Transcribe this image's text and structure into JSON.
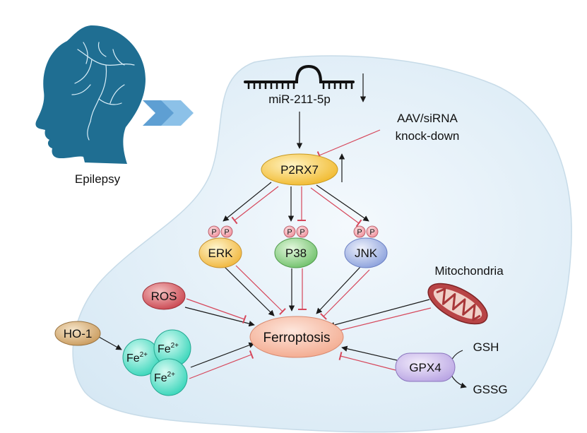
{
  "labels": {
    "epilepsy": "Epilepsy",
    "mirna": "miR-211-5p",
    "aav_line1": "AAV/siRNA",
    "aav_line2": "knock-down",
    "p2rx7": "P2RX7",
    "erk": "ERK",
    "p38": "P38",
    "jnk": "JNK",
    "phospho": "P",
    "ros": "ROS",
    "ho1": "HO-1",
    "fe": "Fe",
    "fe_charge": "2+",
    "ferroptosis": "Ferroptosis",
    "mitochondria": "Mitochondria",
    "gpx4": "GPX4",
    "gsh": "GSH",
    "gssg": "GSSG"
  },
  "colors": {
    "cell_fill": "#e3f0f8",
    "head": "#1f6e92",
    "arrow_stimulate": "#1a1a1a",
    "arrow_inhibit": "#d6475b",
    "p2rx7": "#f6c642",
    "erk": "#f4c85a",
    "p38": "#8fd088",
    "jnk": "#a9b8e4",
    "ros": "#d9646b",
    "ho1": "#d6b07c",
    "fe": "#66e3cc",
    "ferroptosis": "#f7c0aa",
    "gpx4": "#d6c8ee",
    "phospho": "#f2a6ae",
    "mito": "#b84446"
  },
  "icons": {
    "head": "human-head-brain-icon",
    "chevrons": "double-chevron-right-icon",
    "mitochondria": "mitochondria-icon",
    "mirna": "mirna-hairpin-icon"
  }
}
